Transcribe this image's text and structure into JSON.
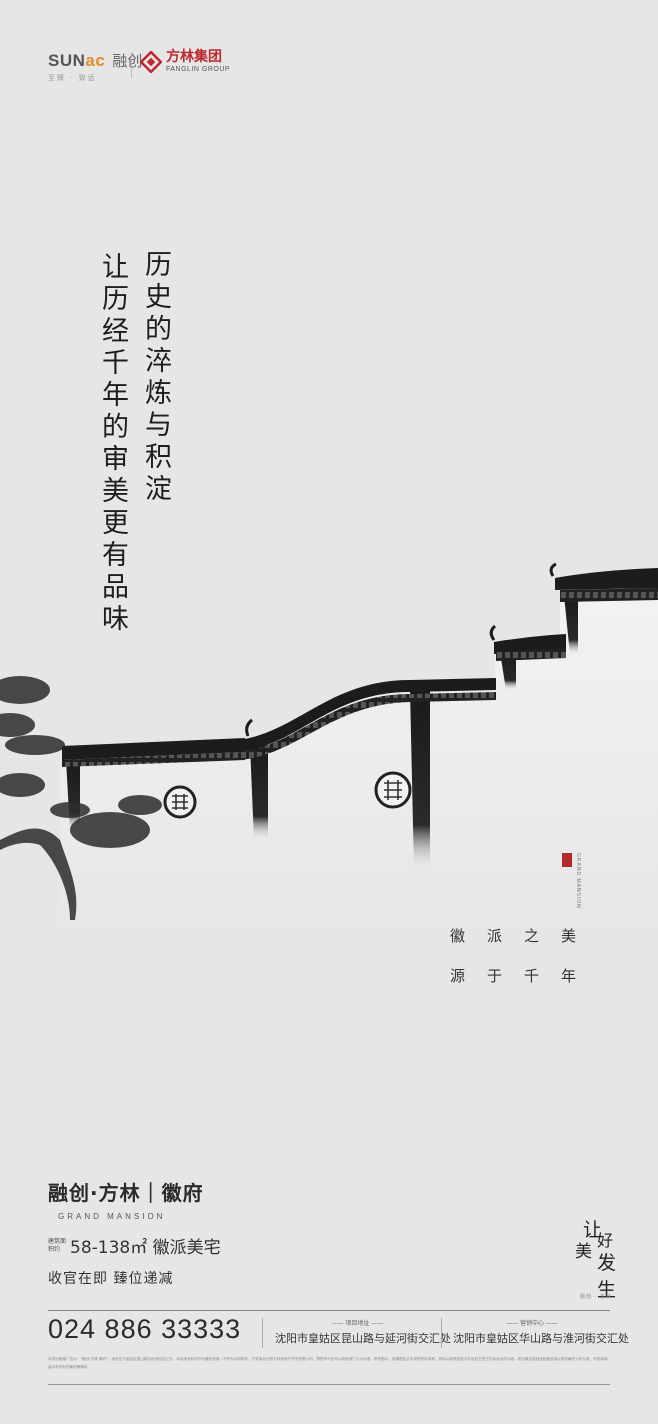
{
  "header": {
    "sunac_word_a": "SUN",
    "sunac_word_b": "ac",
    "sunac_cn": "融创",
    "sunac_sub": "至臻 · 致远",
    "fanglin_cn": "方林集团",
    "fanglin_en": "FANGLIN GROUP"
  },
  "headline": {
    "col1": "历史的淬炼与积淀",
    "col2": "让历经千年的审美更有品味"
  },
  "seal": {
    "text": "GRAND MANSION",
    "color": "#b32a2a"
  },
  "phrases": {
    "line1": "徽派之美",
    "line2": "源于千年"
  },
  "brand": {
    "title": "融创·方林｜徽府",
    "en": "GRAND MANSION",
    "area_small": "建筑面积约",
    "area_line": "58-138㎡ 徽派美宅",
    "offer": "收官在即 臻位递减"
  },
  "slogan": {
    "c1": "让",
    "c2": "美",
    "c3": "好",
    "c4": "发生",
    "tag": "融创 · 方林"
  },
  "contact": {
    "phone": "024  886 33333",
    "addr1_label": "—— 项目地址 ——",
    "addr1": "沈阳市皇姑区昆山路与延河街交汇处",
    "addr2_label": "—— 营销中心 ——",
    "addr2": "沈阳市皇姑区华山路与淮河街交汇处"
  },
  "disclaimer": "本项目备案广告为：“融创·方林 徽府”，地址位于皇姑区昆山路与延河街交汇处。本宣传资料仅作为要约邀请，不作为合同附件。开发商为沈阳方林房地产开发有限公司，预售许可证号以政府部门公示为准。所有图片、效果图及文字说明仅供参考，具体以政府批准文件及双方签订的买卖合同为准。项目周边规划及配套设施以政府最终公布为准，开发商保留对本资料的最终解释权。",
  "colors": {
    "background": "#e6e6e6",
    "accent_red": "#c0272d",
    "sunac_orange": "#e58b2b"
  },
  "icons": [
    "sunac-logo-icon",
    "fanglin-logo-icon",
    "seal-icon",
    "round-window-icon"
  ]
}
